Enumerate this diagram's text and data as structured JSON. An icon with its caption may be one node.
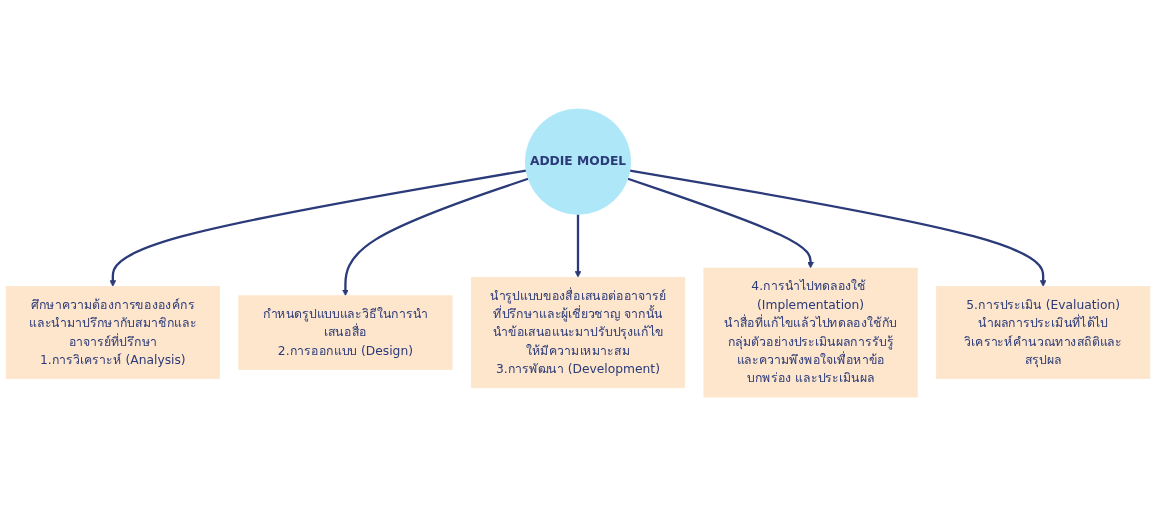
{
  "diagram": {
    "nodes": [
      {
        "text": [
          "ADDIE MODEL"
        ]
      },
      {
        "text": [
          "ศึกษาความต้องการขององค์กรและนำมาปรึกษากับสมาชิกและอาจารย์ที่ปรึกษา",
          "1.การวิเคราะห์ (Analysis)"
        ]
      },
      {
        "text": [
          "กำหนดรูปแบบและวิธีในการนำเสนอสื่อ",
          "2.การออกแบบ (Design)"
        ]
      },
      {
        "text": [
          "นำรูปแบบของสื่อเสนอต่ออาจารย์ที่ปรึกษาและผู้เชี่ยวชาญ จากนั้นนำข้อเสนอแนะมาปรับปรุงแก้ไขให้มีความเหมาะสม",
          "3.การพัฒนา (Development)"
        ]
      },
      {
        "text": [
          "4.การนำไปทดลองใช้ (Implementation)",
          "นำสื่อที่แก้ไขแล้วไปทดลองใช้กับกลุ่มตัวอย่างประเมินผลการรับรู้และความพึงพอใจเพื่อหาข้อบกพร่อง และประเมินผล"
        ]
      },
      {
        "text": [
          "5.การประเมิน (Evaluation)",
          "นำผลการประเมินที่ได้ไปวิเคราะห์คำนวณทางสถิติและสรุปผล"
        ]
      }
    ],
    "edges": [
      {
        "from": 0,
        "to": 1,
        "arrow": "to"
      },
      {
        "from": 0,
        "to": 2,
        "arrow": "to"
      },
      {
        "from": 0,
        "to": 3,
        "arrow": "to"
      },
      {
        "from": 0,
        "to": 4,
        "arrow": "to"
      },
      {
        "from": 0,
        "to": 5,
        "arrow": "to"
      }
    ]
  }
}
